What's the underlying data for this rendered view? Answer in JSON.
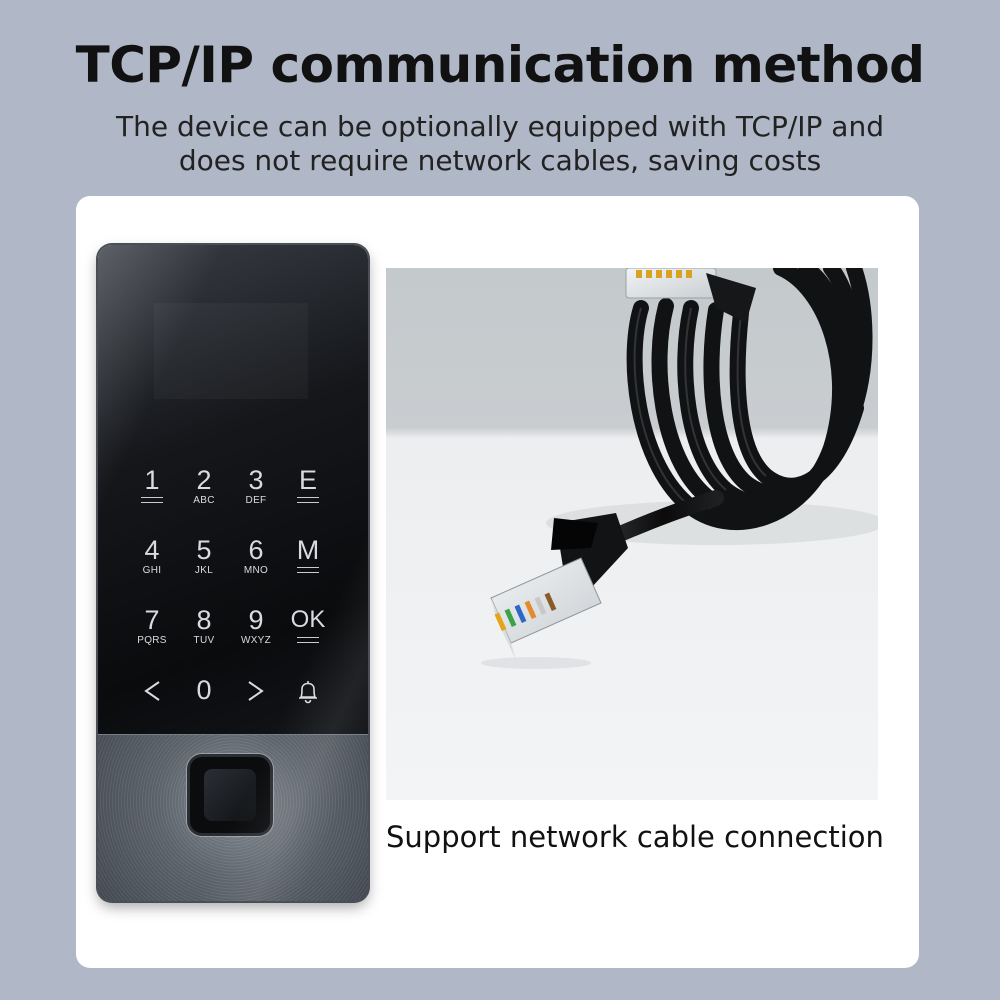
{
  "header": {
    "title": "TCP/IP communication method",
    "subtitle_line1": "The device can be optionally equipped with TCP/IP and",
    "subtitle_line2": "does not require network cables, saving costs"
  },
  "device": {
    "keys": [
      {
        "digit": "1",
        "sub": ""
      },
      {
        "digit": "2",
        "sub": "ABC"
      },
      {
        "digit": "3",
        "sub": "DEF"
      },
      {
        "digit": "E",
        "sub": ""
      },
      {
        "digit": "4",
        "sub": "GHI"
      },
      {
        "digit": "5",
        "sub": "JKL"
      },
      {
        "digit": "6",
        "sub": "MNO"
      },
      {
        "digit": "M",
        "sub": ""
      },
      {
        "digit": "7",
        "sub": "PQRS"
      },
      {
        "digit": "8",
        "sub": "TUV"
      },
      {
        "digit": "9",
        "sub": "WXYZ"
      },
      {
        "digit": "OK",
        "sub": ""
      },
      {
        "icon": "left-arrow-icon"
      },
      {
        "digit": "0",
        "sub": ""
      },
      {
        "icon": "right-arrow-icon"
      },
      {
        "icon": "bell-icon"
      }
    ],
    "sensor_icon": "fingerprint-sensor-icon"
  },
  "photo": {
    "icon": "ethernet-cable-icon",
    "caption": "Support network cable connection"
  },
  "colors": {
    "background": "#b0b8c8",
    "card": "#ffffff",
    "text": "#111111"
  }
}
